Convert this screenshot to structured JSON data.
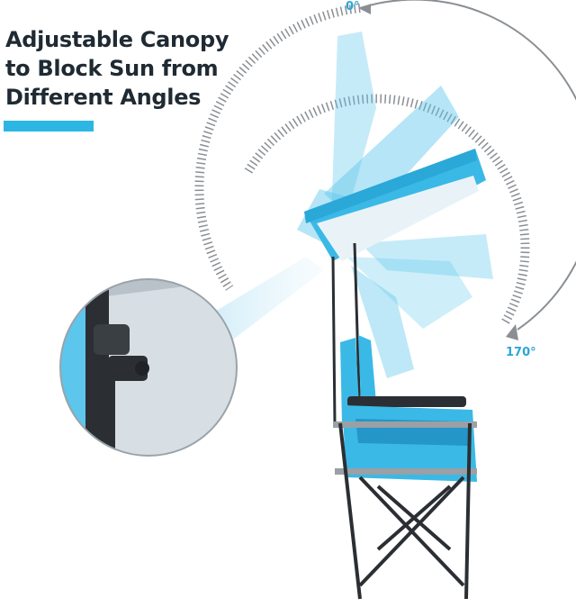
{
  "headline": {
    "lines": [
      "Adjustable Canopy",
      "to Block Sun from",
      "Different Angles"
    ]
  },
  "angle_labels": {
    "start": "0°",
    "end": "170°"
  },
  "colors": {
    "accent": "#2cb6e3",
    "text": "#1f2a33",
    "label": "#2ba6d6",
    "dial": "#8a8f94",
    "canopy": "#3bb9e6",
    "frame": "#2b2f33"
  }
}
